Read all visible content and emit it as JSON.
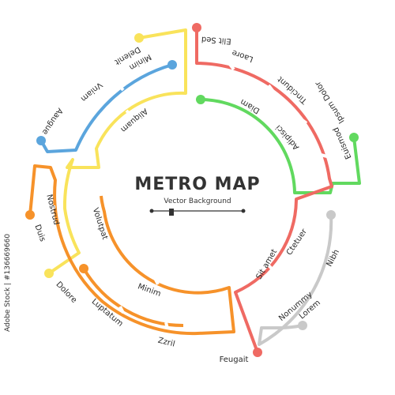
{
  "title": "METRO MAP",
  "subtitle": "Vector Background",
  "watermark": "Adobe Stock | #136669660",
  "colors": {
    "red": "#ef6a63",
    "yellow": "#f9e35b",
    "blue": "#5ba5dd",
    "green": "#61d95f",
    "orange": "#f6922a",
    "gray": "#c9c9c9"
  },
  "stations": {
    "red": [
      "Elit Sed",
      "Laore",
      "Tincidunt",
      "Ipsum Dolor",
      "Sit amet",
      "Feugait"
    ],
    "green": [
      "Diam",
      "Adipisci",
      "Euismod"
    ],
    "blue": [
      "Minim",
      "Vniam",
      "Aaugue"
    ],
    "yellow": [
      "Delenit",
      "Aliquam",
      "Volutpat",
      "Dolore"
    ],
    "orange": [
      "Nostrud",
      "Duis",
      "Minim",
      "Luptatum",
      "Zzril"
    ],
    "gray": [
      "Ctetuer",
      "Nibh",
      "Nonummy",
      "Lorem"
    ]
  }
}
